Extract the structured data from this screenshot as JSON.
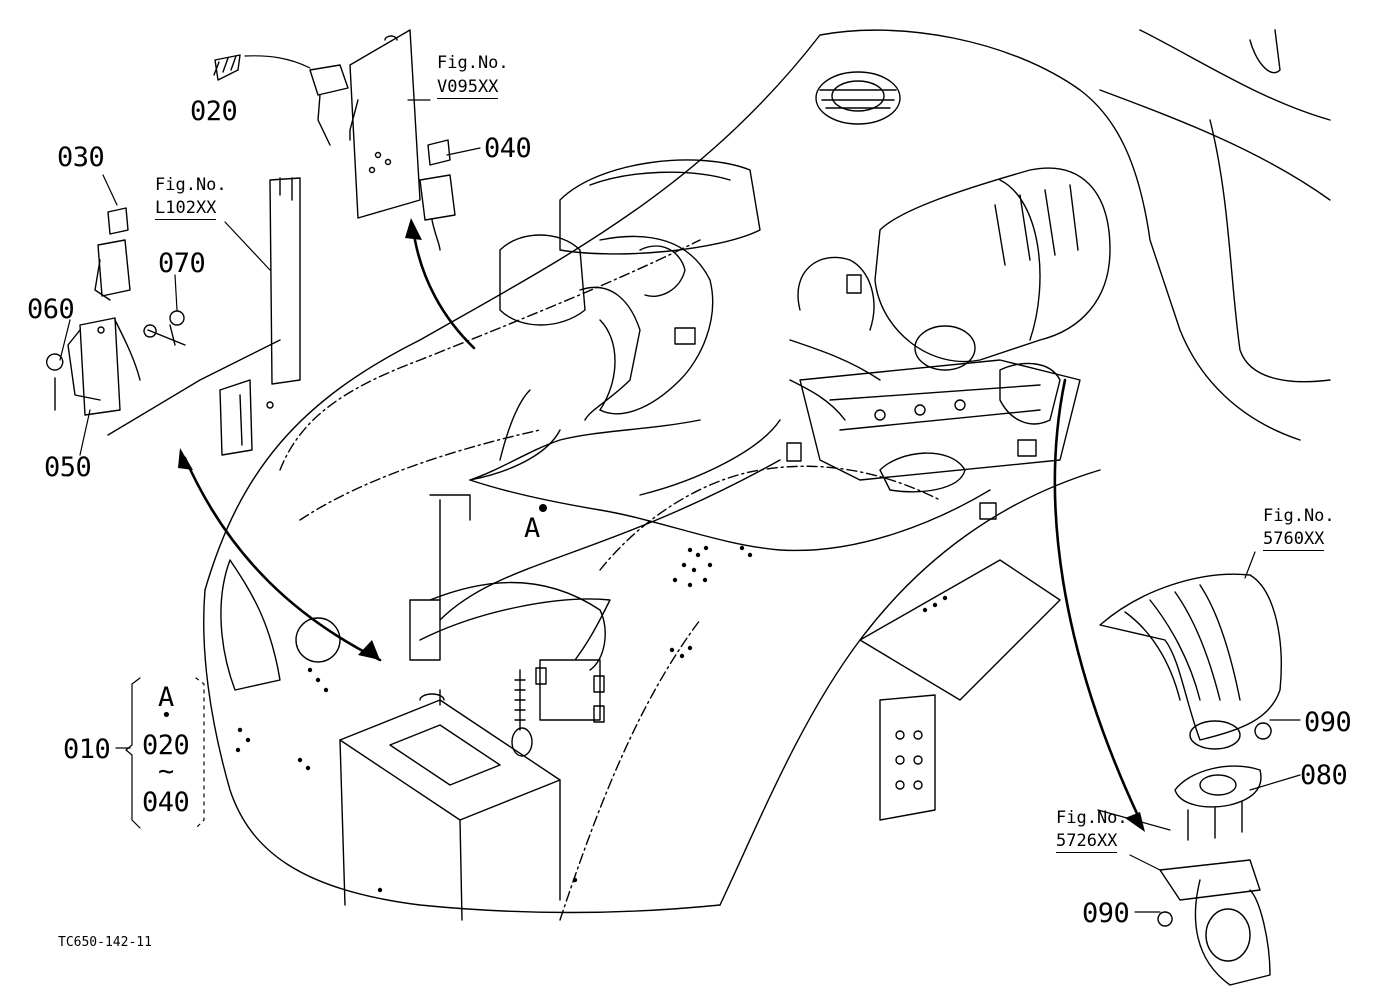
{
  "figure_refs": {
    "v095": {
      "title": "Fig.No.",
      "code": "V095XX"
    },
    "l102": {
      "title": "Fig.No.",
      "code": "L102XX"
    },
    "f5760": {
      "title": "Fig.No.",
      "code": "5760XX"
    },
    "f5726": {
      "title": "Fig.No.",
      "code": "5726XX"
    }
  },
  "parts": {
    "p010": "010",
    "p020": "020",
    "p030": "030",
    "p040": "040",
    "p050": "050",
    "p060": "060",
    "p070": "070",
    "p080": "080",
    "p090_top": "090",
    "p090_bottom": "090"
  },
  "group_010": {
    "letter": "A",
    "dot": "•",
    "from": "020",
    "tilde": "~",
    "to": "040"
  },
  "detail_marker": "A",
  "caption": "TC650-142-11"
}
